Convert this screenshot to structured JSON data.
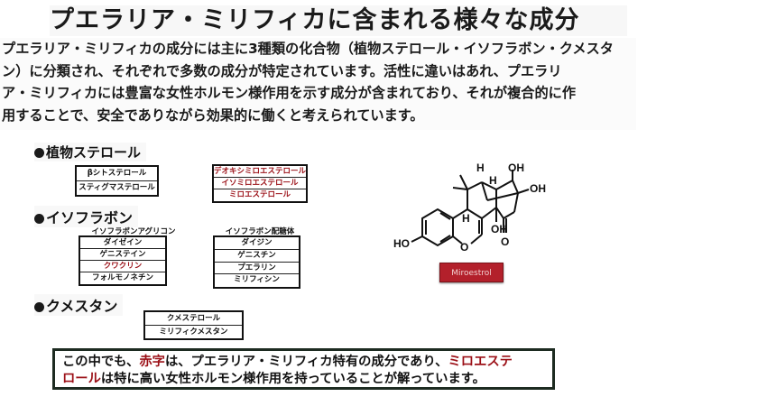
{
  "page": {
    "title": "プエラリア・ミリフィカに含まれる様々な成分",
    "intro_lines": [
      "プエラリア・ミリフィカの成分には主に3種類の化合物（植物ステロール・イソフラボン・クメスタ",
      "ン）に分類され、それぞれで多数の成分が特定されています。活性に違いはあれ、プエラリ",
      "ア・ミリフィカには豊富な女性ホルモン様作用を示す成分が含まれており、それが複合的に作",
      "用することで、安全でありながら効果的に働くと考えられています。"
    ]
  },
  "sections": {
    "phytosterol": {
      "heading": "植物ステロール",
      "box_left": [
        "βシトステロール",
        "スティグマステロール"
      ],
      "box_right": [
        "デオキシミロエステロール",
        "イソミロエステロール",
        "ミロエステロール"
      ]
    },
    "isoflavone": {
      "heading": "イソフラボン",
      "aglycone_label": "イソフラボンアグリコン",
      "aglycone_items": [
        {
          "text": "ダイゼイン",
          "highlight": false
        },
        {
          "text": "ゲニステイン",
          "highlight": false
        },
        {
          "text": "クワクリン",
          "highlight": true
        },
        {
          "text": "フォルモノネチン",
          "highlight": false
        }
      ],
      "glycoside_label": "イソフラボン配糖体",
      "glycoside_items": [
        "ダイジン",
        "ゲニスチン",
        "プエラリン",
        "ミリフィシン"
      ]
    },
    "coumestan": {
      "heading": "クメスタン",
      "items": [
        "クメステロール",
        "ミリフィクメスタン"
      ]
    }
  },
  "molecule": {
    "labels": {
      "oh1": "OH",
      "oh2": "OH",
      "oh3": "OH",
      "ho": "HO",
      "o_ring": "O",
      "o_keto": "O",
      "h1": "H",
      "h2": "H",
      "h3": "H"
    },
    "button_label": "Miroestrol"
  },
  "note": {
    "line1_a": "この中でも、",
    "line1_red1": "赤字",
    "line1_b": "は、プエラリア・ミリフィカ特有の成分であり、",
    "line1_red2": "ミロエステ",
    "line2_red": "ロール",
    "line2_b": "は特に高い女性ホルモン様作用を持っていることが解っています。"
  },
  "colors": {
    "accent_red": "#9b0f16",
    "button_red": "#b3202b",
    "note_border": "#1d2b21"
  }
}
